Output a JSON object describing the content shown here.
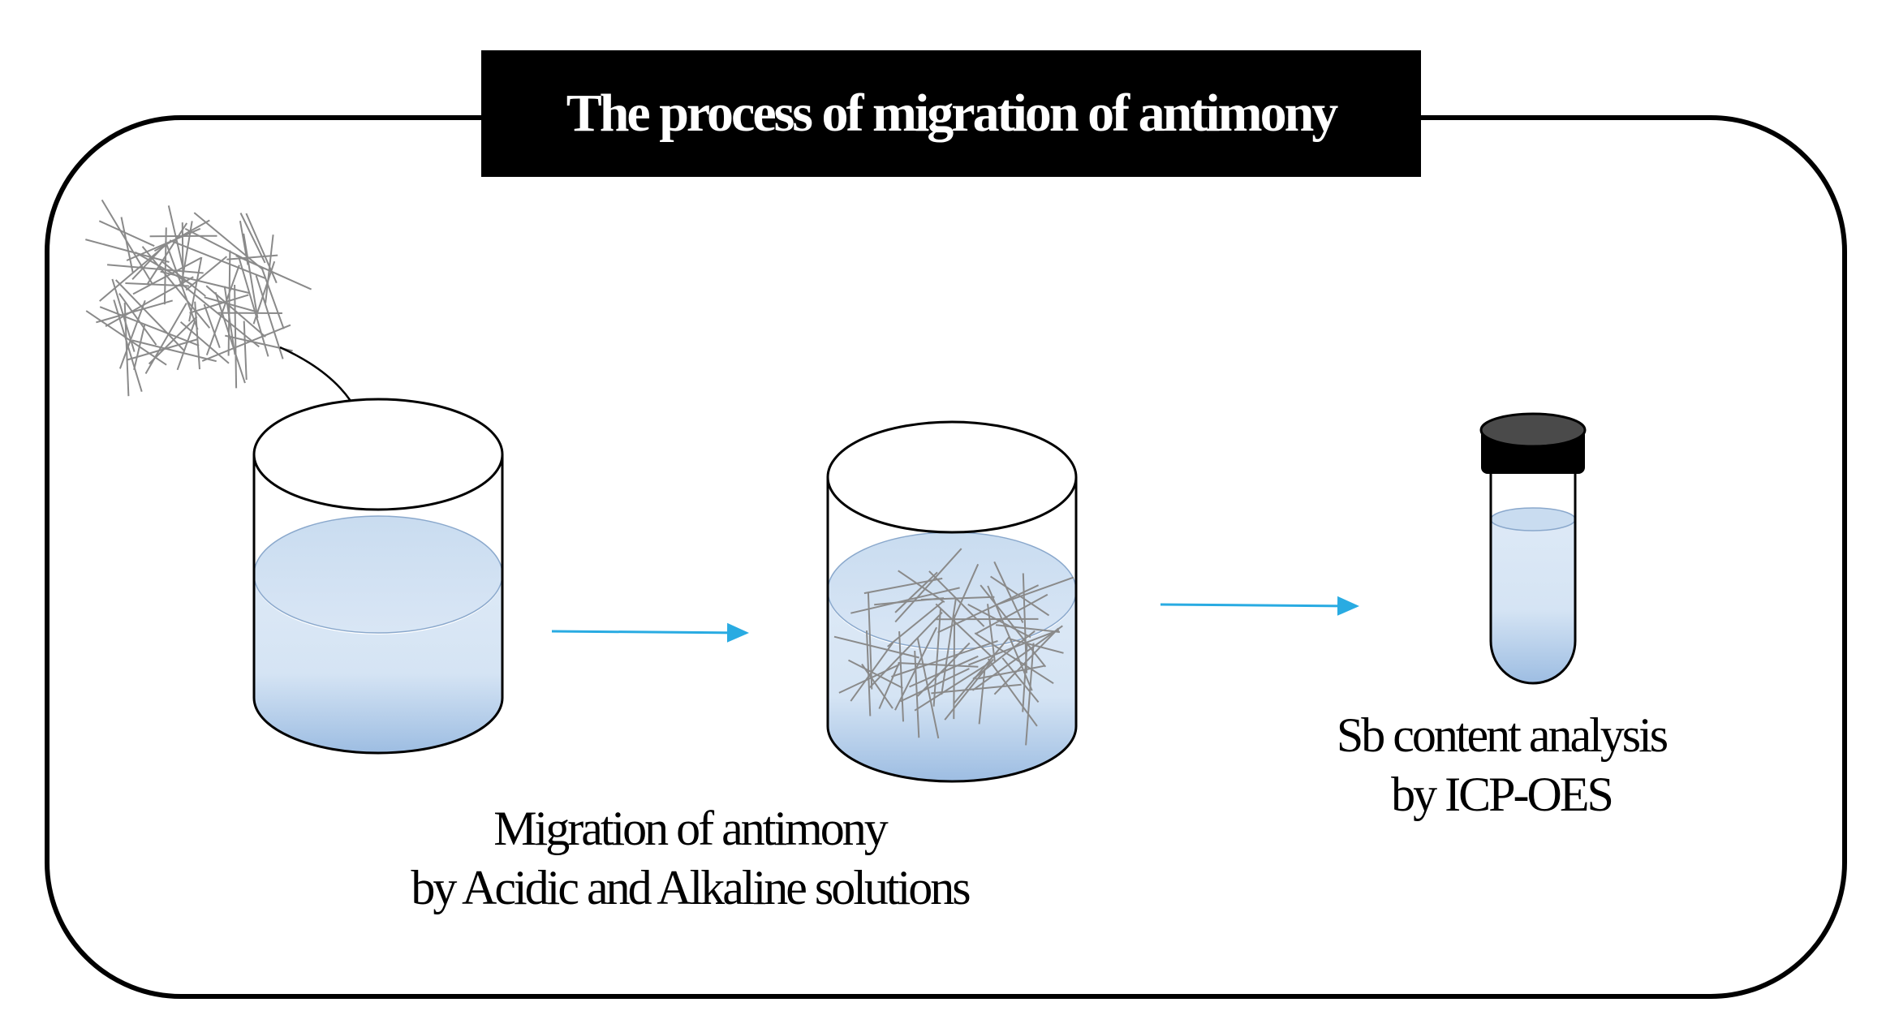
{
  "title": "The process of migration of antimony",
  "steps": {
    "migration_caption": {
      "line1": "Migration of antimony",
      "line2": "by Acidic and Alkaline solutions"
    },
    "analysis_caption": {
      "line1": "Sb content analysis",
      "line2": "by ICP-OES"
    }
  },
  "colors": {
    "frame": "#000000",
    "title_bg": "#000000",
    "title_text": "#ffffff",
    "liquid_top": "#dbe8f6",
    "liquid_bottom": "#9dbde2",
    "fiber": "#8a8a8a",
    "flow_arrow": "#29abe2",
    "cap": "#3a3a3a"
  },
  "icons": [
    "fiber-cluster-icon",
    "beaker-icon",
    "beaker-with-fibers-icon",
    "test-tube-icon",
    "flow-arrow-icon",
    "drop-arrow-icon"
  ]
}
